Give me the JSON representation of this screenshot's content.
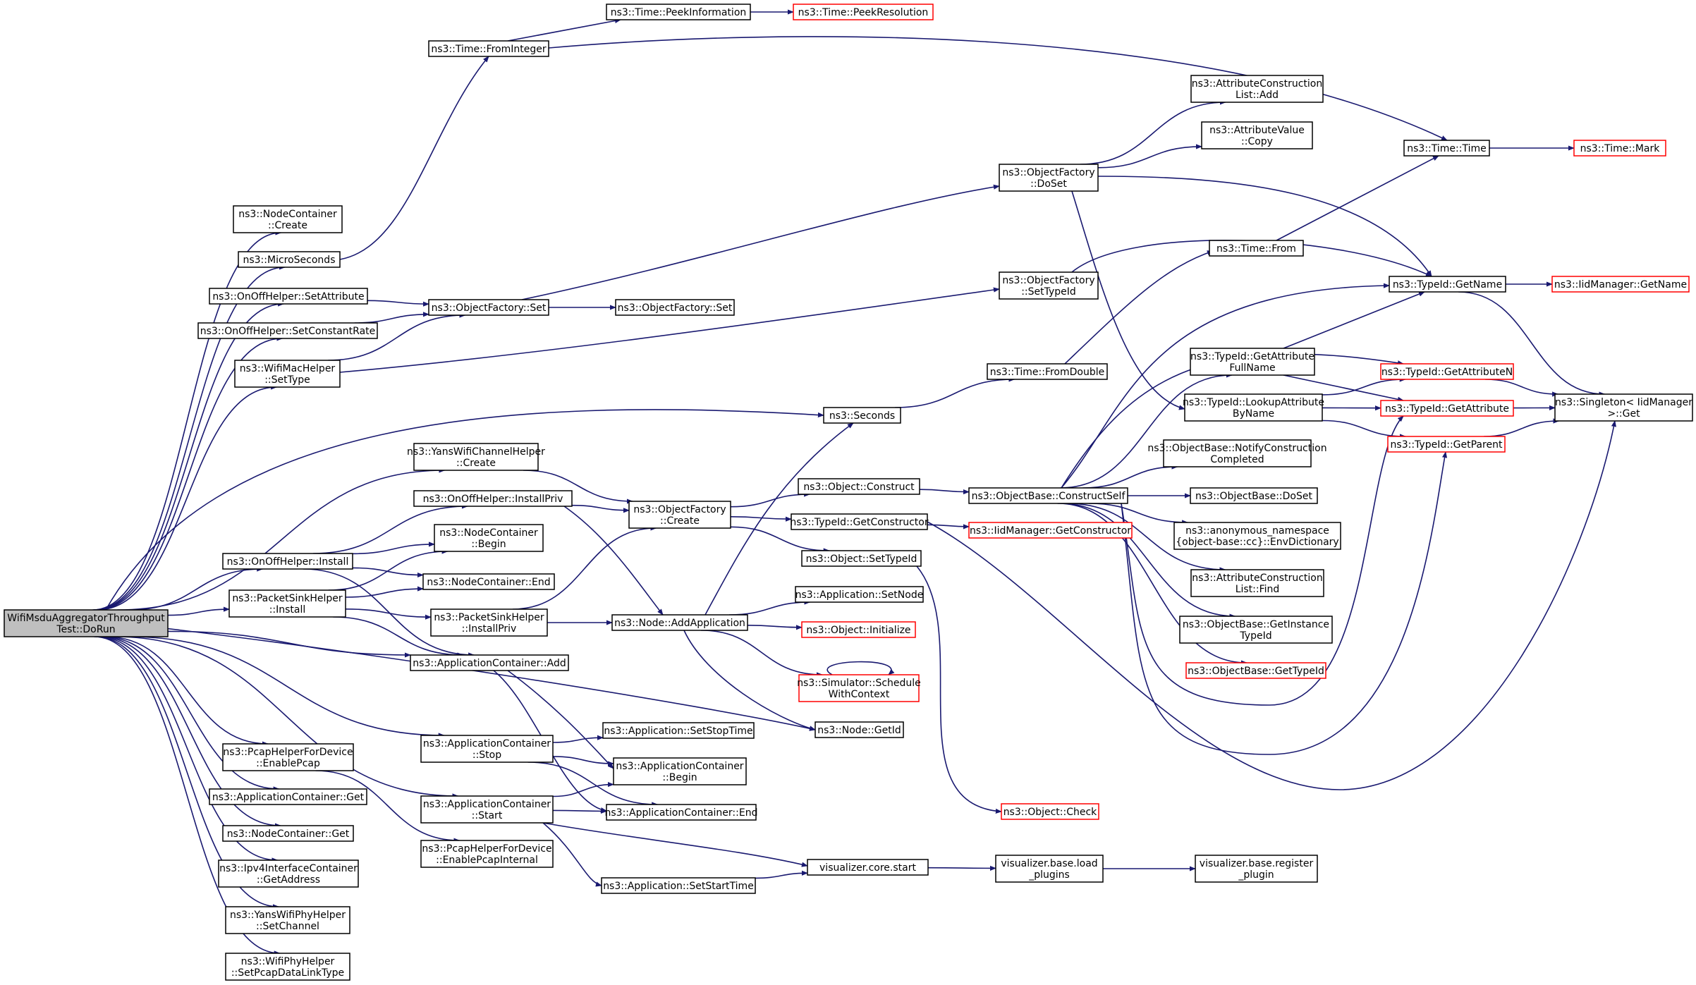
{
  "graph": {
    "title": "",
    "colors": {
      "edge": "#191970",
      "node_border": "#000000",
      "node_border_truncated": "#ff0000",
      "root_fill": "#bfbfbf",
      "node_fill": "#ffffff"
    },
    "nodes": [
      {
        "id": "root",
        "lines": [
          "WifiMsduAggregatorThroughput",
          "Test::DoRun"
        ],
        "style": "root"
      },
      {
        "id": "nc_create",
        "lines": [
          "ns3::NodeContainer",
          "::Create"
        ],
        "style": "normal"
      },
      {
        "id": "micro",
        "lines": [
          "ns3::MicroSeconds"
        ],
        "style": "normal"
      },
      {
        "id": "onoff_setattr",
        "lines": [
          "ns3::OnOffHelper::SetAttribute"
        ],
        "style": "normal"
      },
      {
        "id": "onoff_setrate",
        "lines": [
          "ns3::OnOffHelper::SetConstantRate"
        ],
        "style": "normal"
      },
      {
        "id": "wifimac_settype",
        "lines": [
          "ns3::WifiMacHelper",
          "::SetType"
        ],
        "style": "normal"
      },
      {
        "id": "yans_chan_create",
        "lines": [
          "ns3::YansWifiChannelHelper",
          "::Create"
        ],
        "style": "normal"
      },
      {
        "id": "onoff_installpriv",
        "lines": [
          "ns3::OnOffHelper::InstallPriv"
        ],
        "style": "normal"
      },
      {
        "id": "onoff_install",
        "lines": [
          "ns3::OnOffHelper::Install"
        ],
        "style": "normal"
      },
      {
        "id": "nc_begin",
        "lines": [
          "ns3::NodeContainer",
          "::Begin"
        ],
        "style": "normal"
      },
      {
        "id": "nc_end",
        "lines": [
          "ns3::NodeContainer::End"
        ],
        "style": "normal"
      },
      {
        "id": "psink_install",
        "lines": [
          "ns3::PacketSinkHelper",
          "::Install"
        ],
        "style": "normal"
      },
      {
        "id": "psink_installpriv",
        "lines": [
          "ns3::PacketSinkHelper",
          "::InstallPriv"
        ],
        "style": "normal"
      },
      {
        "id": "appc_add",
        "lines": [
          "ns3::ApplicationContainer::Add"
        ],
        "style": "normal"
      },
      {
        "id": "pcap_enable",
        "lines": [
          "ns3::PcapHelperForDevice",
          "::EnablePcap"
        ],
        "style": "normal"
      },
      {
        "id": "appc_get",
        "lines": [
          "ns3::ApplicationContainer::Get"
        ],
        "style": "normal"
      },
      {
        "id": "nc_get",
        "lines": [
          "ns3::NodeContainer::Get"
        ],
        "style": "normal"
      },
      {
        "id": "ipv4_getaddr",
        "lines": [
          "ns3::Ipv4InterfaceContainer",
          "::GetAddress"
        ],
        "style": "normal"
      },
      {
        "id": "yans_phy_setchan",
        "lines": [
          "ns3::YansWifiPhyHelper",
          "::SetChannel"
        ],
        "style": "normal"
      },
      {
        "id": "wifiphy_setpcap",
        "lines": [
          "ns3::WifiPhyHelper",
          "::SetPcapDataLinkType"
        ],
        "style": "normal"
      },
      {
        "id": "time_fromint",
        "lines": [
          "ns3::Time::FromInteger"
        ],
        "style": "normal"
      },
      {
        "id": "time_peekinfo",
        "lines": [
          "ns3::Time::PeekInformation"
        ],
        "style": "normal"
      },
      {
        "id": "time_peekres",
        "lines": [
          "ns3::Time::PeekResolution"
        ],
        "style": "truncated"
      },
      {
        "id": "of_set",
        "lines": [
          "ns3::ObjectFactory::Set"
        ],
        "style": "normal"
      },
      {
        "id": "of_set2",
        "lines": [
          "ns3::ObjectFactory::Set"
        ],
        "style": "normal"
      },
      {
        "id": "of_doset",
        "lines": [
          "ns3::ObjectFactory",
          "::DoSet"
        ],
        "style": "normal"
      },
      {
        "id": "acl_add",
        "lines": [
          "ns3::AttributeConstruction",
          "List::Add"
        ],
        "style": "normal"
      },
      {
        "id": "av_copy",
        "lines": [
          "ns3::AttributeValue",
          "::Copy"
        ],
        "style": "normal"
      },
      {
        "id": "of_settypeid",
        "lines": [
          "ns3::ObjectFactory",
          "::SetTypeId"
        ],
        "style": "normal"
      },
      {
        "id": "seconds",
        "lines": [
          "ns3::Seconds"
        ],
        "style": "normal"
      },
      {
        "id": "time_fromdouble",
        "lines": [
          "ns3::Time::FromDouble"
        ],
        "style": "normal"
      },
      {
        "id": "time_from",
        "lines": [
          "ns3::Time::From"
        ],
        "style": "normal"
      },
      {
        "id": "time_time",
        "lines": [
          "ns3::Time::Time"
        ],
        "style": "normal"
      },
      {
        "id": "time_mark",
        "lines": [
          "ns3::Time::Mark"
        ],
        "style": "truncated"
      },
      {
        "id": "tid_getname",
        "lines": [
          "ns3::TypeId::GetName"
        ],
        "style": "normal"
      },
      {
        "id": "iid_getname",
        "lines": [
          "ns3::IidManager::GetName"
        ],
        "style": "truncated"
      },
      {
        "id": "tid_getattrfull",
        "lines": [
          "ns3::TypeId::GetAttribute",
          "FullName"
        ],
        "style": "normal"
      },
      {
        "id": "tid_lookupattr",
        "lines": [
          "ns3::TypeId::LookupAttribute",
          "ByName"
        ],
        "style": "normal"
      },
      {
        "id": "tid_getattrn",
        "lines": [
          "ns3::TypeId::GetAttributeN"
        ],
        "style": "truncated"
      },
      {
        "id": "tid_getattr",
        "lines": [
          "ns3::TypeId::GetAttribute"
        ],
        "style": "truncated"
      },
      {
        "id": "tid_getparent",
        "lines": [
          "ns3::TypeId::GetParent"
        ],
        "style": "truncated"
      },
      {
        "id": "singleton_get",
        "lines": [
          "ns3::Singleton< IidManager",
          ">::Get"
        ],
        "style": "normal"
      },
      {
        "id": "of_create",
        "lines": [
          "ns3::ObjectFactory",
          "::Create"
        ],
        "style": "normal"
      },
      {
        "id": "obj_construct",
        "lines": [
          "ns3::Object::Construct"
        ],
        "style": "normal"
      },
      {
        "id": "tid_getctor",
        "lines": [
          "ns3::TypeId::GetConstructor"
        ],
        "style": "normal"
      },
      {
        "id": "iid_getctor",
        "lines": [
          "ns3::IidManager::GetConstructor"
        ],
        "style": "truncated"
      },
      {
        "id": "obj_settypeid",
        "lines": [
          "ns3::Object::SetTypeId"
        ],
        "style": "normal"
      },
      {
        "id": "ob_constructself",
        "lines": [
          "ns3::ObjectBase::ConstructSelf"
        ],
        "style": "normal"
      },
      {
        "id": "ob_notify",
        "lines": [
          "ns3::ObjectBase::NotifyConstruction",
          "Completed"
        ],
        "style": "normal"
      },
      {
        "id": "ob_doset",
        "lines": [
          "ns3::ObjectBase::DoSet"
        ],
        "style": "normal"
      },
      {
        "id": "anon_envdict",
        "lines": [
          "ns3::anonymous_namespace",
          "{object-base::cc}::EnvDictionary"
        ],
        "style": "normal"
      },
      {
        "id": "acl_find",
        "lines": [
          "ns3::AttributeConstruction",
          "List::Find"
        ],
        "style": "normal"
      },
      {
        "id": "ob_getinstance",
        "lines": [
          "ns3::ObjectBase::GetInstance",
          "TypeId"
        ],
        "style": "normal"
      },
      {
        "id": "ob_gettypeid",
        "lines": [
          "ns3::ObjectBase::GetTypeId"
        ],
        "style": "truncated"
      },
      {
        "id": "node_addapp",
        "lines": [
          "ns3::Node::AddApplication"
        ],
        "style": "normal"
      },
      {
        "id": "app_setnode",
        "lines": [
          "ns3::Application::SetNode"
        ],
        "style": "normal"
      },
      {
        "id": "obj_init",
        "lines": [
          "ns3::Object::Initialize"
        ],
        "style": "truncated"
      },
      {
        "id": "sim_schedule",
        "lines": [
          "ns3::Simulator::Schedule",
          "WithContext"
        ],
        "style": "truncated"
      },
      {
        "id": "node_getid",
        "lines": [
          "ns3::Node::GetId"
        ],
        "style": "normal"
      },
      {
        "id": "appc_stop",
        "lines": [
          "ns3::ApplicationContainer",
          "::Stop"
        ],
        "style": "normal"
      },
      {
        "id": "app_setstop",
        "lines": [
          "ns3::Application::SetStopTime"
        ],
        "style": "normal"
      },
      {
        "id": "appc_begin",
        "lines": [
          "ns3::ApplicationContainer",
          "::Begin"
        ],
        "style": "normal"
      },
      {
        "id": "appc_start",
        "lines": [
          "ns3::ApplicationContainer",
          "::Start"
        ],
        "style": "normal"
      },
      {
        "id": "appc_end",
        "lines": [
          "ns3::ApplicationContainer::End"
        ],
        "style": "normal"
      },
      {
        "id": "pcap_internal",
        "lines": [
          "ns3::PcapHelperForDevice",
          "::EnablePcapInternal"
        ],
        "style": "normal"
      },
      {
        "id": "app_setstart",
        "lines": [
          "ns3::Application::SetStartTime"
        ],
        "style": "normal"
      },
      {
        "id": "vis_start",
        "lines": [
          "visualizer.core.start"
        ],
        "style": "normal"
      },
      {
        "id": "obj_check",
        "lines": [
          "ns3::Object::Check"
        ],
        "style": "truncated"
      },
      {
        "id": "vis_load",
        "lines": [
          "visualizer.base.load",
          "_plugins"
        ],
        "style": "normal"
      },
      {
        "id": "vis_register",
        "lines": [
          "visualizer.base.register",
          "_plugin"
        ],
        "style": "normal"
      }
    ],
    "edges": [
      [
        "root",
        "nc_create"
      ],
      [
        "root",
        "micro"
      ],
      [
        "root",
        "onoff_setattr"
      ],
      [
        "root",
        "onoff_setrate"
      ],
      [
        "root",
        "wifimac_settype"
      ],
      [
        "root",
        "seconds"
      ],
      [
        "root",
        "yans_chan_create"
      ],
      [
        "root",
        "onoff_install"
      ],
      [
        "root",
        "psink_install"
      ],
      [
        "root",
        "appc_add"
      ],
      [
        "root",
        "node_getid"
      ],
      [
        "root",
        "appc_stop"
      ],
      [
        "root",
        "appc_start"
      ],
      [
        "root",
        "pcap_enable"
      ],
      [
        "root",
        "appc_get"
      ],
      [
        "root",
        "nc_get"
      ],
      [
        "root",
        "ipv4_getaddr"
      ],
      [
        "root",
        "yans_phy_setchan"
      ],
      [
        "root",
        "wifiphy_setpcap"
      ],
      [
        "micro",
        "time_fromint"
      ],
      [
        "time_fromint",
        "time_peekinfo"
      ],
      [
        "time_peekinfo",
        "time_peekres"
      ],
      [
        "time_fromint",
        "time_time"
      ],
      [
        "time_time",
        "time_mark"
      ],
      [
        "onoff_setattr",
        "of_set"
      ],
      [
        "onoff_setrate",
        "of_set"
      ],
      [
        "wifimac_settype",
        "of_set"
      ],
      [
        "wifimac_settype",
        "of_settypeid"
      ],
      [
        "of_set",
        "of_set2"
      ],
      [
        "of_set",
        "of_doset"
      ],
      [
        "of_doset",
        "acl_add"
      ],
      [
        "of_doset",
        "av_copy"
      ],
      [
        "of_doset",
        "tid_getname"
      ],
      [
        "of_doset",
        "tid_lookupattr"
      ],
      [
        "of_settypeid",
        "tid_getname"
      ],
      [
        "seconds",
        "time_fromdouble"
      ],
      [
        "time_fromdouble",
        "time_from"
      ],
      [
        "time_from",
        "time_time"
      ],
      [
        "tid_getname",
        "iid_getname"
      ],
      [
        "tid_getname",
        "singleton_get"
      ],
      [
        "tid_getattrfull",
        "tid_getname"
      ],
      [
        "tid_getattrfull",
        "tid_getattr"
      ],
      [
        "tid_lookupattr",
        "tid_getattrn"
      ],
      [
        "tid_lookupattr",
        "tid_getattr"
      ],
      [
        "tid_lookupattr",
        "tid_getparent"
      ],
      [
        "tid_getattrn",
        "singleton_get"
      ],
      [
        "tid_getattr",
        "singleton_get"
      ],
      [
        "tid_getparent",
        "singleton_get"
      ],
      [
        "yans_chan_create",
        "of_create"
      ],
      [
        "onoff_install",
        "onoff_installpriv"
      ],
      [
        "onoff_install",
        "nc_begin"
      ],
      [
        "onoff_install",
        "nc_end"
      ],
      [
        "onoff_install",
        "appc_add"
      ],
      [
        "onoff_installpriv",
        "of_create"
      ],
      [
        "onoff_installpriv",
        "node_addapp"
      ],
      [
        "psink_install",
        "nc_begin"
      ],
      [
        "psink_install",
        "nc_end"
      ],
      [
        "psink_install",
        "psink_installpriv"
      ],
      [
        "psink_install",
        "appc_add"
      ],
      [
        "psink_installpriv",
        "of_create"
      ],
      [
        "psink_installpriv",
        "node_addapp"
      ],
      [
        "of_create",
        "obj_construct"
      ],
      [
        "of_create",
        "tid_getctor"
      ],
      [
        "of_create",
        "obj_settypeid"
      ],
      [
        "obj_construct",
        "ob_constructself"
      ],
      [
        "tid_getctor",
        "iid_getctor"
      ],
      [
        "tid_getctor",
        "singleton_get"
      ],
      [
        "obj_settypeid",
        "obj_check"
      ],
      [
        "ob_constructself",
        "tid_getname"
      ],
      [
        "ob_constructself",
        "tid_getattrfull"
      ],
      [
        "ob_constructself",
        "tid_getattrn"
      ],
      [
        "ob_constructself",
        "ob_notify"
      ],
      [
        "ob_constructself",
        "ob_doset"
      ],
      [
        "ob_constructself",
        "anon_envdict"
      ],
      [
        "ob_constructself",
        "acl_find"
      ],
      [
        "ob_constructself",
        "ob_getinstance"
      ],
      [
        "ob_constructself",
        "ob_gettypeid"
      ],
      [
        "ob_constructself",
        "tid_getattr"
      ],
      [
        "ob_constructself",
        "tid_getparent"
      ],
      [
        "node_addapp",
        "seconds"
      ],
      [
        "node_addapp",
        "app_setnode"
      ],
      [
        "node_addapp",
        "obj_init"
      ],
      [
        "node_addapp",
        "sim_schedule"
      ],
      [
        "node_addapp",
        "node_getid"
      ],
      [
        "sim_schedule",
        "sim_schedule"
      ],
      [
        "appc_add",
        "appc_begin"
      ],
      [
        "appc_add",
        "appc_end"
      ],
      [
        "appc_stop",
        "app_setstop"
      ],
      [
        "appc_stop",
        "appc_begin"
      ],
      [
        "appc_stop",
        "appc_end"
      ],
      [
        "appc_start",
        "appc_begin"
      ],
      [
        "appc_start",
        "appc_end"
      ],
      [
        "appc_start",
        "app_setstart"
      ],
      [
        "appc_start",
        "vis_start"
      ],
      [
        "pcap_enable",
        "pcap_internal"
      ],
      [
        "app_setstart",
        "vis_start"
      ],
      [
        "vis_start",
        "vis_load"
      ],
      [
        "vis_load",
        "vis_register"
      ]
    ]
  }
}
